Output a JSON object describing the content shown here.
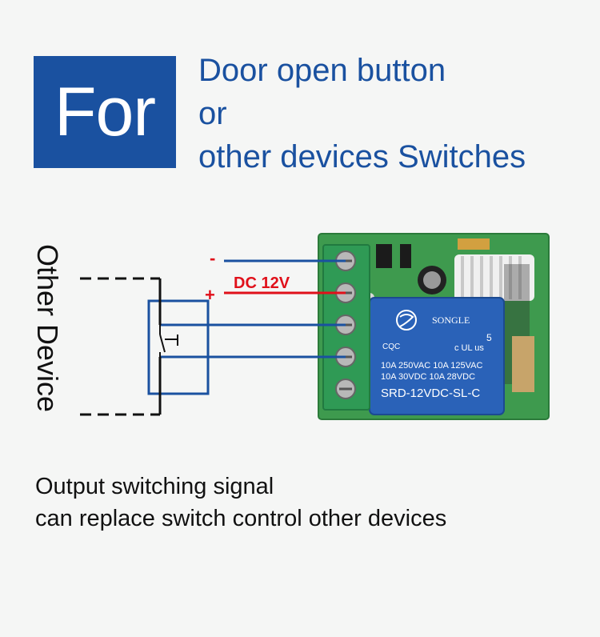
{
  "header": {
    "for_label": "For",
    "lines": [
      "Door open button",
      "or",
      "other devices Switches"
    ]
  },
  "device_label": "Other Device",
  "wiring": {
    "minus_label": "-",
    "plus_label": "+",
    "voltage_label": "DC 12V"
  },
  "relay": {
    "brand": "SONGLE",
    "rating_lines": [
      "10A 250VAC  10A 125VAC",
      "10A  30VDC  10A  28VDC"
    ],
    "model": "SRD-12VDC-SL-C",
    "cert_mark": "CQC",
    "ul_mark": "c UL us",
    "coil_number": "5"
  },
  "caption": {
    "line1": "Output switching signal",
    "line2": "can replace switch control other devices"
  },
  "colors": {
    "blue": "#1a51a0",
    "red": "#e0101a",
    "board_green": "#3e9a4e",
    "terminal_green": "#2f9a55",
    "relay_blue": "#2a62b8"
  }
}
